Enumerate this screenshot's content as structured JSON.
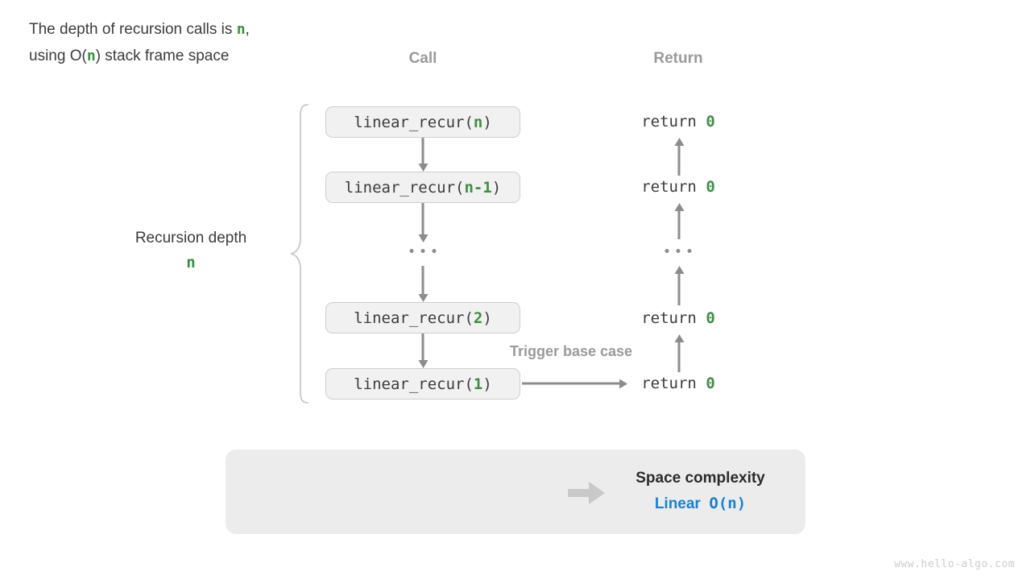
{
  "columns": {
    "call_label": "Call",
    "return_label": "Return"
  },
  "depth": {
    "title": "Recursion depth",
    "value": "n"
  },
  "frames": [
    {
      "prefix": "linear_recur(",
      "arg": "n",
      "suffix": ")"
    },
    {
      "prefix": "linear_recur(",
      "arg": "n-1",
      "suffix": ")"
    },
    {
      "prefix": "linear_recur(",
      "arg": "2",
      "suffix": ")"
    },
    {
      "prefix": "linear_recur(",
      "arg": "1",
      "suffix": ")"
    }
  ],
  "returns": [
    {
      "text": "return ",
      "value": "0"
    },
    {
      "text": "return ",
      "value": "0"
    },
    {
      "text": "return ",
      "value": "0"
    },
    {
      "text": "return ",
      "value": "0"
    }
  ],
  "trigger": {
    "label": "Trigger base case"
  },
  "summary": {
    "line1_a": "The depth of recursion calls is ",
    "line1_n": "n",
    "line1_b": ",",
    "line2_a": "using O(",
    "line2_n": "n",
    "line2_b": ") stack frame space",
    "title": "Space complexity",
    "value_word": "Linear",
    "value_mono": "O(n)"
  },
  "watermark": "www.hello-algo.com",
  "colors": {
    "green": "#3e8e41",
    "blue": "#1a80d0",
    "gray_text": "#9a9a9a",
    "box_fill": "#f1f1f1",
    "box_border": "#cfcfcf",
    "panel_fill": "#ececec",
    "arrow": "#8c8c8c"
  }
}
